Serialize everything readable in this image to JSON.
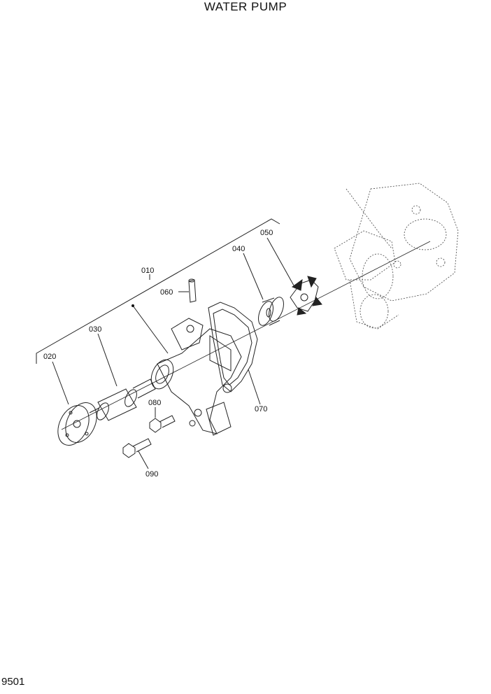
{
  "title": "WATER PUMP",
  "page_number": "9501",
  "callouts": {
    "c010": "010",
    "c020": "020",
    "c030": "030",
    "c040": "040",
    "c050": "050",
    "c060": "060",
    "c070": "070",
    "c080": "080",
    "c090": "090"
  }
}
